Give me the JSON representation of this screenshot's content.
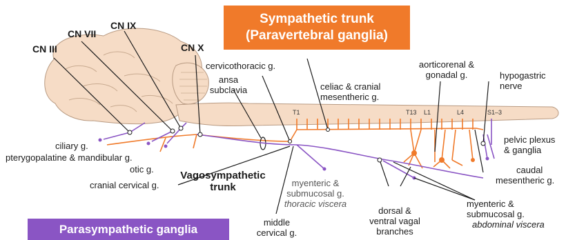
{
  "titles": {
    "sympathetic_line1": "Sympathetic trunk",
    "sympathetic_line2": "(Paravertebral ganglia)",
    "parasympathetic": "Parasympathetic ganglia"
  },
  "cranial_nerves": {
    "cn3": "CN III",
    "cn7": "CN VII",
    "cn9": "CN IX",
    "cn10": "CN X"
  },
  "labels": {
    "cervicothoracic": "cervicothoracic g.",
    "ansa_1": "ansa",
    "ansa_2": "subclavia",
    "celiac_1": "celiac & cranial",
    "celiac_2": "mesentheric  g.",
    "aorticorenal_1": "aorticorenal &",
    "aorticorenal_2": "gonadal g.",
    "hypogastric_1": "hypogastric",
    "hypogastric_2": "nerve",
    "ciliary": "ciliary g.",
    "pterygopalatine": "pterygopalatine & mandibular g.",
    "otic": "otic g.",
    "cranial_cervical": "cranial cervical g.",
    "vagosympathetic_1": "Vagosympathetic",
    "vagosympathetic_2": "trunk",
    "myenteric_thoracic_1": "myenteric &",
    "myenteric_thoracic_2": "submucosal g.",
    "myenteric_thoracic_3": "thoracic viscera",
    "middle_cervical_1": "middle",
    "middle_cervical_2": "cervical g.",
    "dorsal_ventral_1": "dorsal &",
    "dorsal_ventral_2": "ventral vagal",
    "dorsal_ventral_3": "branches",
    "myenteric_abdominal_1": "myenteric &",
    "myenteric_abdominal_2": "submucosal g.",
    "myenteric_abdominal_3": "abdominal  viscera",
    "pelvic_1": "pelvic plexus",
    "pelvic_2": "& ganglia",
    "caudal_1": "caudal",
    "caudal_2": "mesentheric  g."
  },
  "spinal_markers": {
    "t1": "T1",
    "t13": "T13",
    "l1": "L1",
    "l4": "L4",
    "s1_3": "S1–3"
  },
  "colors": {
    "sympathetic": "#f07a2a",
    "parasympathetic": "#8a55c4",
    "tissue": "#f6dcc6",
    "tissue_outline": "#b89a82",
    "leader": "#1a1a1a"
  }
}
